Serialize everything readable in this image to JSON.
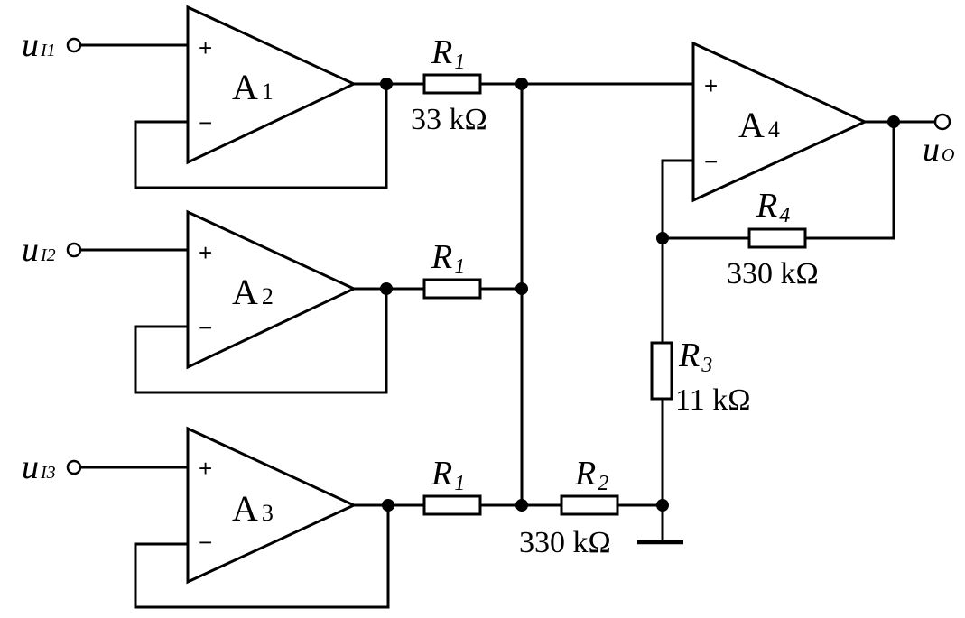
{
  "amplifiers": {
    "a1": {
      "name": "A",
      "index": "1",
      "plus": "+",
      "minus": "−"
    },
    "a2": {
      "name": "A",
      "index": "2",
      "plus": "+",
      "minus": "−"
    },
    "a3": {
      "name": "A",
      "index": "3",
      "plus": "+",
      "minus": "−"
    },
    "a4": {
      "name": "A",
      "index": "4",
      "plus": "+",
      "minus": "−"
    }
  },
  "inputs": {
    "i1": {
      "symbol": "u",
      "subscript": "I1"
    },
    "i2": {
      "symbol": "u",
      "subscript": "I2"
    },
    "i3": {
      "symbol": "u",
      "subscript": "I3"
    }
  },
  "output": {
    "symbol": "u",
    "subscript": "O"
  },
  "resistors": {
    "r1_top": {
      "symbol": "R",
      "subscript": "1",
      "value": "33 kΩ"
    },
    "r1_mid": {
      "symbol": "R",
      "subscript": "1"
    },
    "r1_bot": {
      "symbol": "R",
      "subscript": "1"
    },
    "r2": {
      "symbol": "R",
      "subscript": "2",
      "value": "330 kΩ"
    },
    "r3": {
      "symbol": "R",
      "subscript": "3",
      "value": "11 kΩ"
    },
    "r4": {
      "symbol": "R",
      "subscript": "4",
      "value": "330 kΩ"
    }
  }
}
